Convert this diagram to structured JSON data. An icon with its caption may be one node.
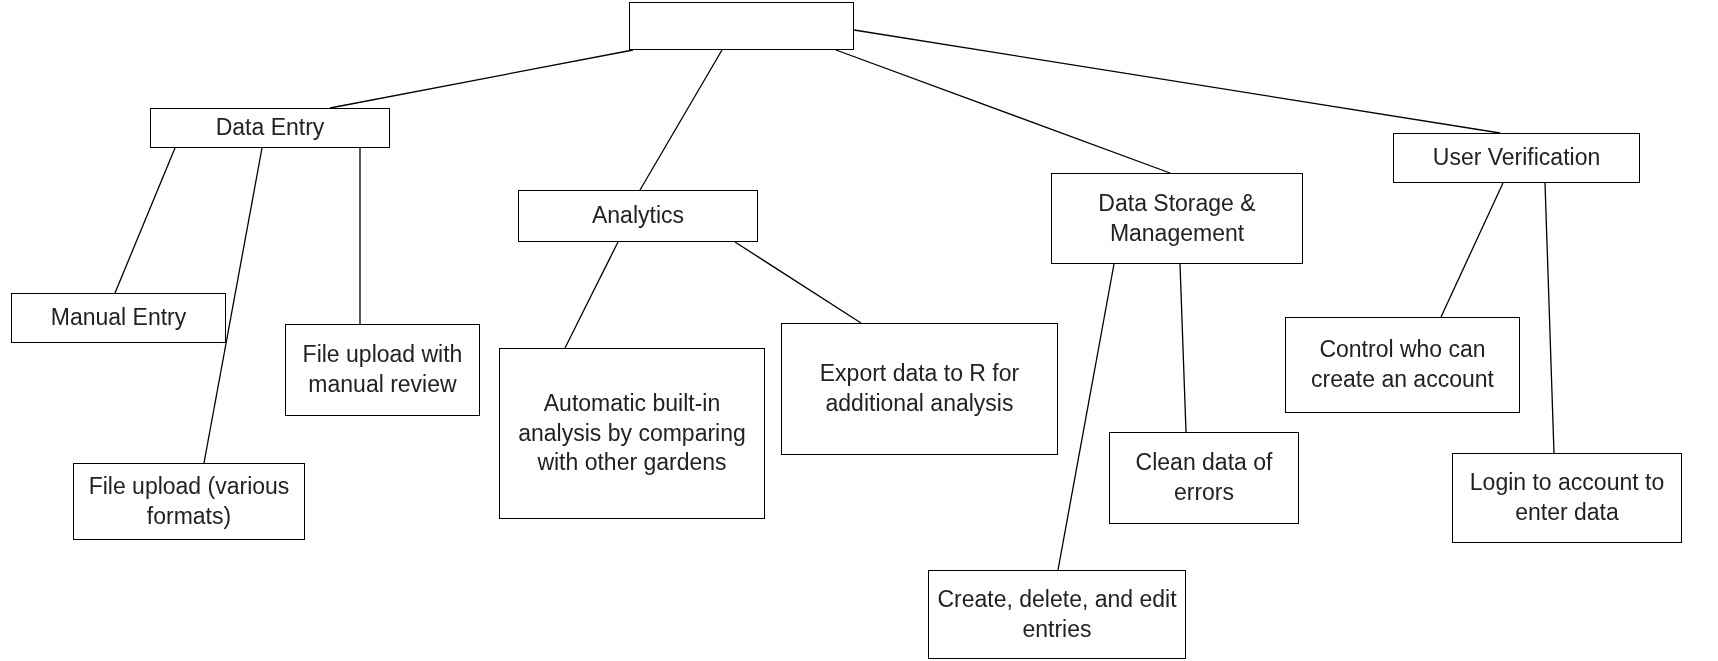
{
  "diagram": {
    "nodes": [
      {
        "text": [],
        "shape": "box"
      },
      {
        "text": [
          "Data Entry"
        ]
      },
      {
        "text": [
          "Analytics"
        ]
      },
      {
        "text": [
          "Data Storage & Management"
        ]
      },
      {
        "text": [
          "User Verification"
        ]
      },
      {
        "text": [
          "Manual Entry"
        ]
      },
      {
        "text": [
          "File upload with manual review"
        ]
      },
      {
        "text": [
          "File upload (various formats)"
        ]
      },
      {
        "text": [
          "Automatic built-in analysis by comparing with other gardens"
        ]
      },
      {
        "text": [
          "Export data to R for additional analysis"
        ]
      },
      {
        "text": [
          "Clean data of errors"
        ]
      },
      {
        "text": [
          "Create, delete, and edit entries"
        ]
      },
      {
        "text": [
          "Control who can create an account"
        ]
      },
      {
        "text": [
          "Login to account to enter data"
        ]
      }
    ],
    "edges": [
      {
        "from": 0,
        "to": 1,
        "arrow": "none"
      },
      {
        "from": 0,
        "to": 2,
        "arrow": "none"
      },
      {
        "from": 0,
        "to": 3,
        "arrow": "none"
      },
      {
        "from": 0,
        "to": 4,
        "arrow": "none"
      },
      {
        "from": 1,
        "to": 5,
        "arrow": "none"
      },
      {
        "from": 1,
        "to": 7,
        "arrow": "none"
      },
      {
        "from": 1,
        "to": 6,
        "arrow": "none"
      },
      {
        "from": 2,
        "to": 8,
        "arrow": "none"
      },
      {
        "from": 2,
        "to": 9,
        "arrow": "none"
      },
      {
        "from": 3,
        "to": 11,
        "arrow": "none"
      },
      {
        "from": 3,
        "to": 10,
        "arrow": "none"
      },
      {
        "from": 4,
        "to": 12,
        "arrow": "none"
      },
      {
        "from": 4,
        "to": 13,
        "arrow": "none"
      }
    ]
  }
}
